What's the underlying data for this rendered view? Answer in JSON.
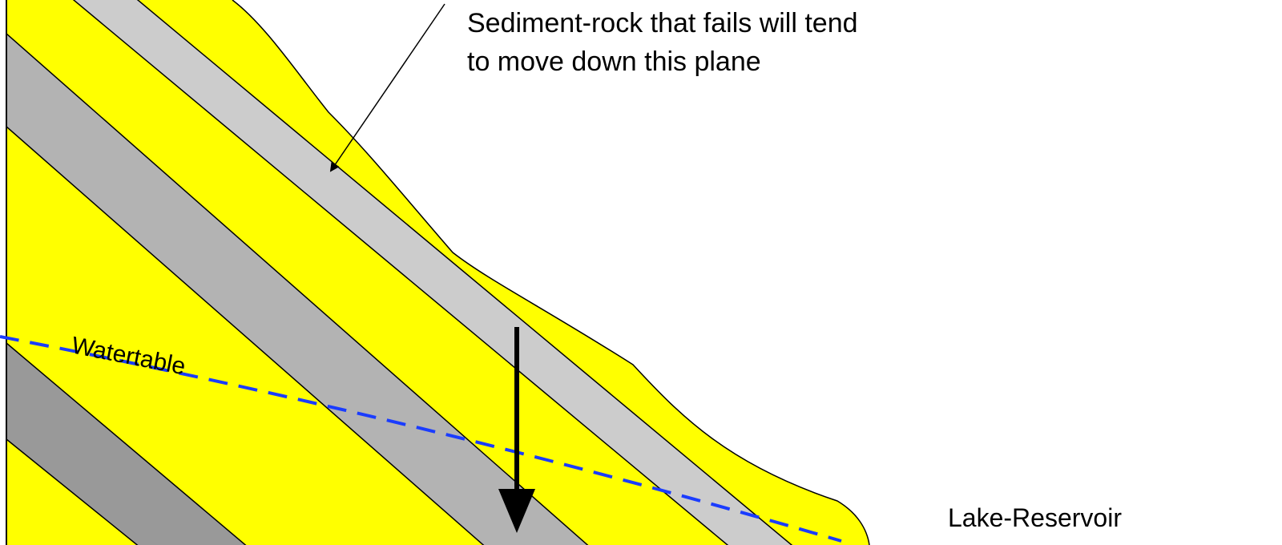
{
  "callout": {
    "line1": "Sediment-rock that fails will tend",
    "line2": "to move down this plane"
  },
  "labels": {
    "watertable": "Watertable",
    "lake": "Lake-Reservoir"
  },
  "colors": {
    "sediment_yellow": "#ffff00",
    "bed_light_gray": "#cccccc",
    "bed_mid_gray": "#b3b3b3",
    "bed_dark_gray": "#999999",
    "watertable_blue": "#1a3cff",
    "outline": "#000000"
  }
}
